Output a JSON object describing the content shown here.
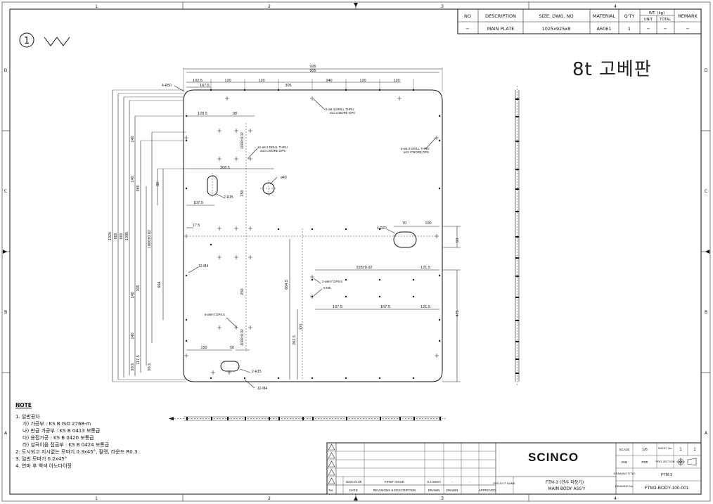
{
  "zone_labels": {
    "columns": [
      "1",
      "2",
      "3",
      "4"
    ],
    "rows": [
      "D",
      "C",
      "B",
      "A"
    ]
  },
  "parts_list": {
    "headers": [
      "NO",
      "DESCRIPTION",
      "SIZE, DWG. NO",
      "MATERIAL",
      "Q'TY",
      "WT. (kg)",
      "REMARK"
    ],
    "weight_sub": [
      "UNIT",
      "TOTAL"
    ],
    "row": {
      "no": "−",
      "description": "MAIN PLATE",
      "size": "1025x925x8",
      "material": "A6061",
      "qty": "1",
      "unit": "−",
      "total": "−",
      "remark": "−"
    }
  },
  "detail_callout": {
    "number": "1"
  },
  "korean_title": "8t 고베판",
  "dimensions": {
    "top_overall": "925",
    "top_inner": "905",
    "top_chain": [
      "102.5",
      "167.5",
      "120",
      "120",
      "305",
      "240",
      "120",
      "120"
    ],
    "top_second": [
      "128.5",
      "98"
    ],
    "left_overall": "1025",
    "left_list": [
      "965",
      "985",
      "1005",
      "140",
      "140",
      "385",
      "140",
      "305",
      "140",
      "93.5",
      "117.5",
      "95.5",
      "664",
      "1000±0.02"
    ],
    "misc": [
      "308.5",
      "107.5",
      "17.5",
      "150",
      "50",
      "30",
      "250",
      "250",
      "70",
      "100",
      "50",
      "335±0.02",
      "121.5",
      "167.5",
      "167.5",
      "121.5",
      "664.5",
      "262.5",
      "375",
      "475",
      "1000±0.02",
      "1000±0.02"
    ]
  },
  "callouts": [
    "4-R50",
    "6-ø6.3 DRILL THRU",
    "ø12 C'BORE DP6",
    "12-ø6.3 DRILL THRU",
    "ø10 C'BORE DP6",
    "6-ø6.3 DRILL THRU",
    "ø12 C'BORE DP6",
    "ø40",
    "2-R15",
    "4-R20",
    "12-M4",
    "2-ø6H7,DP5.5",
    "6-M5",
    "6-ø6H7,DP5.5",
    "2-R15",
    "12-M4"
  ],
  "notes": {
    "title": "NOTE",
    "items": [
      "1. 일반공차",
      "   가) 가공부 : KS B ISO 2768-m",
      "   나) 판금 가공부 : KS B 0413 보통급",
      "   다) 용접가공 : KS B 0420 보통급",
      "   라) 설곡이음 접금부 : KS B 0424 보통급",
      "2. 도시되고 지시없는 모따기 0.3x45°, 필렛, 라운드 R0.3",
      "3. 일반 모따기 0.2x45°",
      "4. 연마 후 백색 아노다이징"
    ]
  },
  "title_block": {
    "logo": "SCINCO",
    "revision_row": {
      "no": "",
      "date": "2018.01.09",
      "desc": "FIRST ISSUE",
      "drawn": "S.H.MOH",
      "checked": "-",
      "approved": "-"
    },
    "revision_headers": [
      "No.",
      "DATE",
      "REVISIONS & DESCRIPTION",
      "DRAWN",
      "DRAWN",
      "APPROVED"
    ],
    "project_label": "PROJECT NAME",
    "project_name_1": "FTM-3 (연수 파장기)",
    "project_name_2": "MAIN BODY ASS'Y",
    "scale_label": "SCALE",
    "scale_value": "1/6",
    "sheet_label": "SHEET No.",
    "sheet_value": "1",
    "sheet_total": "1",
    "dim_label": "DIM",
    "dim_value": "mm",
    "projection_label": "PRO-JECTION",
    "drawing_title_label": "DRAWING TITLE",
    "drawing_title_value": "FTM-3",
    "drawing_no_label": "DRAWING No.",
    "drawing_no_value": "FTM3-BODY-100-001"
  }
}
